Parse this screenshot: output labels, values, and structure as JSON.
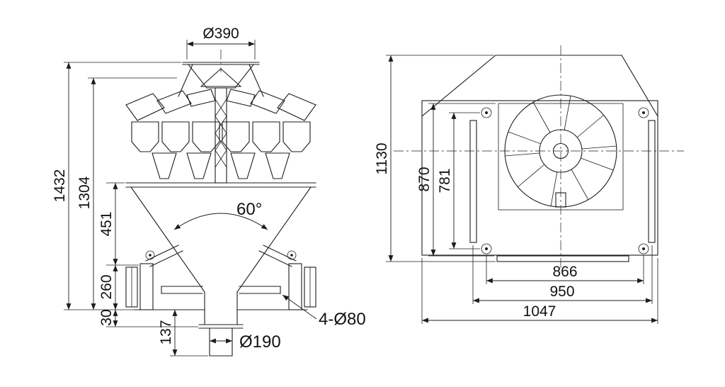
{
  "meta": {
    "title": "Multihead weigher dimension drawing"
  },
  "front_view": {
    "dims": {
      "top_diameter": "Ø390",
      "total_height": "1432",
      "body_height": "1304",
      "cone_height": "451",
      "leg_height": "260",
      "base_offset": "30",
      "spout_length": "137",
      "spout_diameter": "Ø190",
      "cone_angle": "60°",
      "mounting_holes": "4-Ø80"
    }
  },
  "plan_view": {
    "dims": {
      "overall_depth": "1130",
      "inner_depth": "870",
      "bolt_pitch_depth": "781",
      "bolt_pitch_width": "866",
      "rail_span": "950",
      "overall_width": "1047"
    }
  },
  "colors": {
    "line": "#1c1c1c",
    "background": "#ffffff"
  }
}
